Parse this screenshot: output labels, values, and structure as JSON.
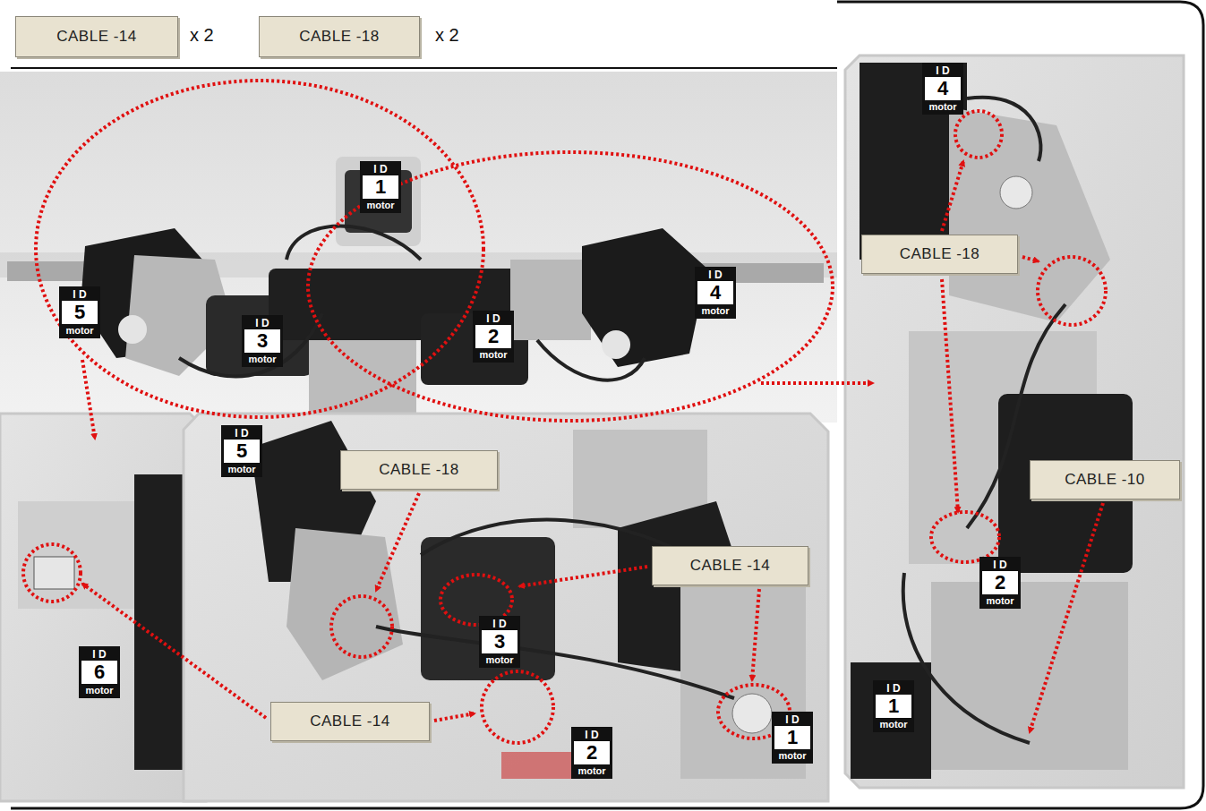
{
  "diagram": {
    "nodes": [
      {
        "text": [
          "CABLE -14"
        ]
      },
      {
        "text": [
          "CABLE -18"
        ]
      },
      {
        "text": [
          "I D",
          "1",
          "motor"
        ]
      },
      {
        "text": [
          "I D",
          "5",
          "motor"
        ]
      },
      {
        "text": [
          "I D",
          "3",
          "motor"
        ]
      },
      {
        "text": [
          "I D",
          "2",
          "motor"
        ]
      },
      {
        "text": [
          "I D",
          "4",
          "motor"
        ]
      },
      {
        "text": [
          "I D",
          "4",
          "motor"
        ]
      },
      {
        "text": [
          "CABLE -18"
        ]
      },
      {
        "text": [
          "CABLE -10"
        ]
      },
      {
        "text": [
          "I D",
          "2",
          "motor"
        ]
      },
      {
        "text": [
          "I D",
          "1",
          "motor"
        ]
      },
      {
        "text": [
          "I D",
          "6",
          "motor"
        ]
      },
      {
        "text": [
          "I D",
          "5",
          "motor"
        ]
      },
      {
        "text": [
          "CABLE -18"
        ]
      },
      {
        "text": [
          "CABLE -14"
        ]
      },
      {
        "text": [
          "I D",
          "3",
          "motor"
        ]
      },
      {
        "text": [
          "CABLE -14"
        ]
      },
      {
        "text": [
          "I D",
          "2",
          "motor"
        ]
      },
      {
        "text": [
          "I D",
          "1",
          "motor"
        ]
      }
    ],
    "labels": [
      "x 2",
      "x 2"
    ]
  }
}
